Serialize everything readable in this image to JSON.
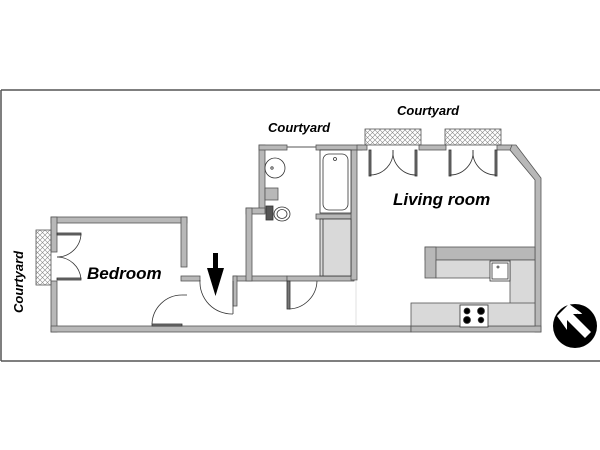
{
  "floorplan": {
    "rooms": [
      {
        "id": "bedroom",
        "label": "Bedroom"
      },
      {
        "id": "living-room",
        "label": "Living room"
      }
    ],
    "exterior_labels": [
      {
        "id": "courtyard-left",
        "label": "Courtyard"
      },
      {
        "id": "courtyard-top-bath",
        "label": "Courtyard"
      },
      {
        "id": "courtyard-top-living",
        "label": "Courtyard"
      }
    ],
    "fixtures": [
      "sink",
      "toilet",
      "bathtub",
      "closet",
      "kitchen-counter",
      "kitchen-sink",
      "stove"
    ],
    "entrance_arrow": "down-arrow",
    "compass": {
      "label": "N",
      "icon": "compass-north-icon"
    },
    "colors": {
      "wall_fill": "#b8b8b8",
      "wall_stroke": "#555555",
      "counter_fill": "#d9d9d9",
      "balcony_hatch": "#777777",
      "frame": "#555555",
      "text": "#000000"
    }
  }
}
